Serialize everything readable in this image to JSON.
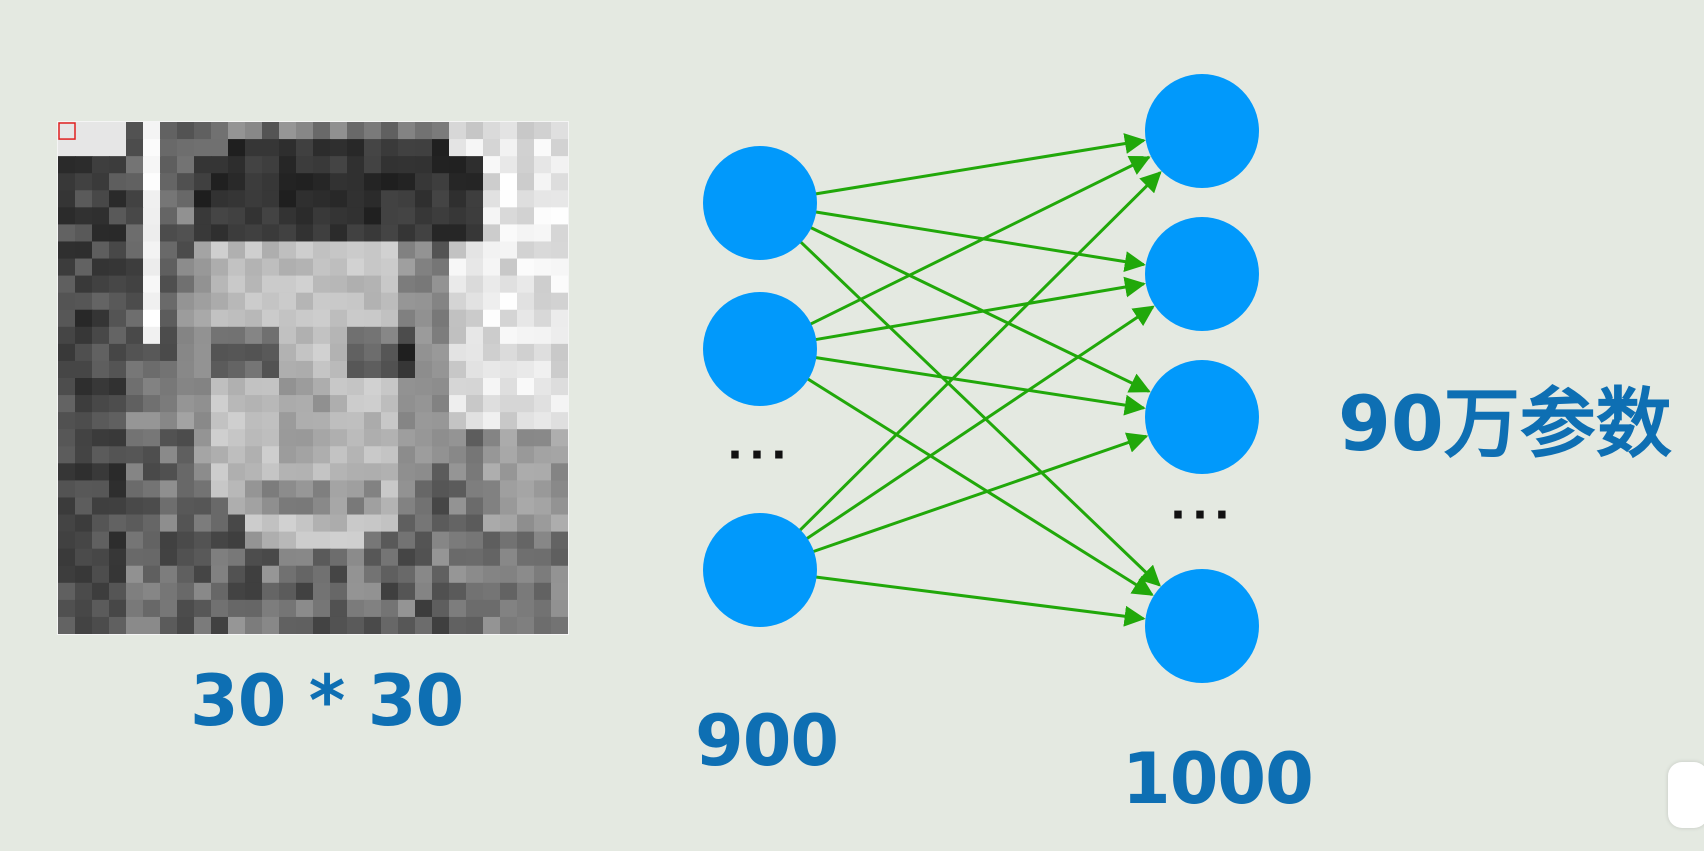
{
  "labels": {
    "image_size": "30 * 30",
    "input_count": "900",
    "output_count": "1000",
    "params": "90万参数",
    "ellipsis": "···"
  },
  "colors": {
    "background": "#e4e9e1",
    "neuron": "#0199fb",
    "edge": "#21a80a",
    "label": "#0e6fb3"
  }
}
